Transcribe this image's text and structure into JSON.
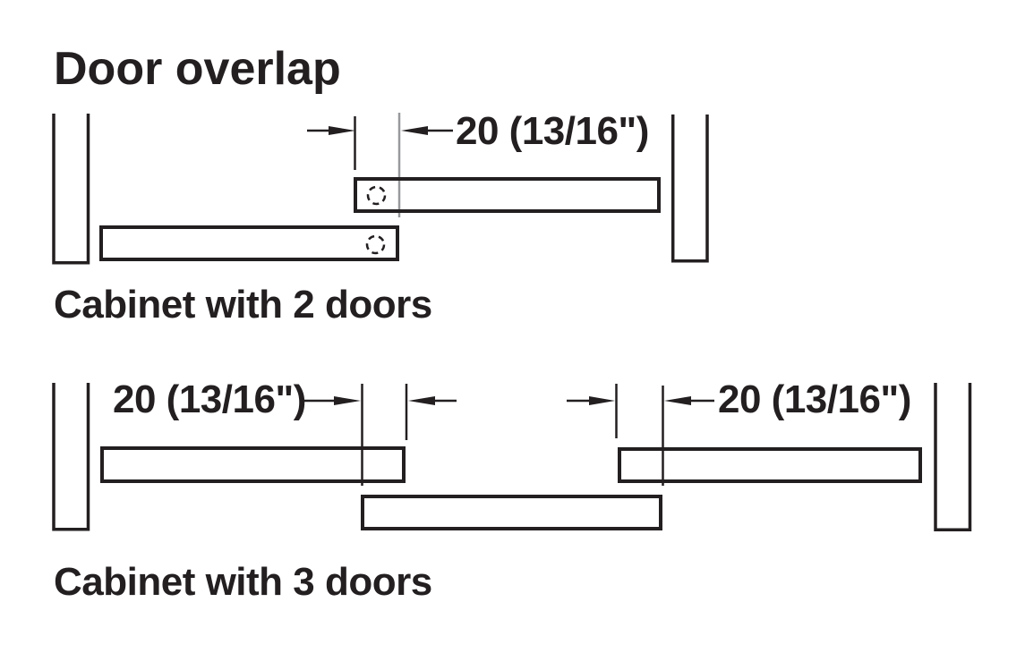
{
  "colors": {
    "background": "#ffffff",
    "ink": "#231f20",
    "extension_line_gray": "#97999c"
  },
  "title": "Door overlap",
  "diagrams": [
    {
      "caption": "Cabinet with 2 doors",
      "door_count": 2,
      "hinge_marker_count": 2,
      "overlaps": [
        {
          "label": "20 (13/16\")",
          "mm": 20,
          "inches": "13/16\""
        }
      ]
    },
    {
      "caption": "Cabinet with 3 doors",
      "door_count": 3,
      "hinge_marker_count": 0,
      "overlaps": [
        {
          "label": "20 (13/16\")",
          "mm": 20,
          "inches": "13/16\""
        },
        {
          "label": "20 (13/16\")",
          "mm": 20,
          "inches": "13/16\""
        }
      ]
    }
  ]
}
